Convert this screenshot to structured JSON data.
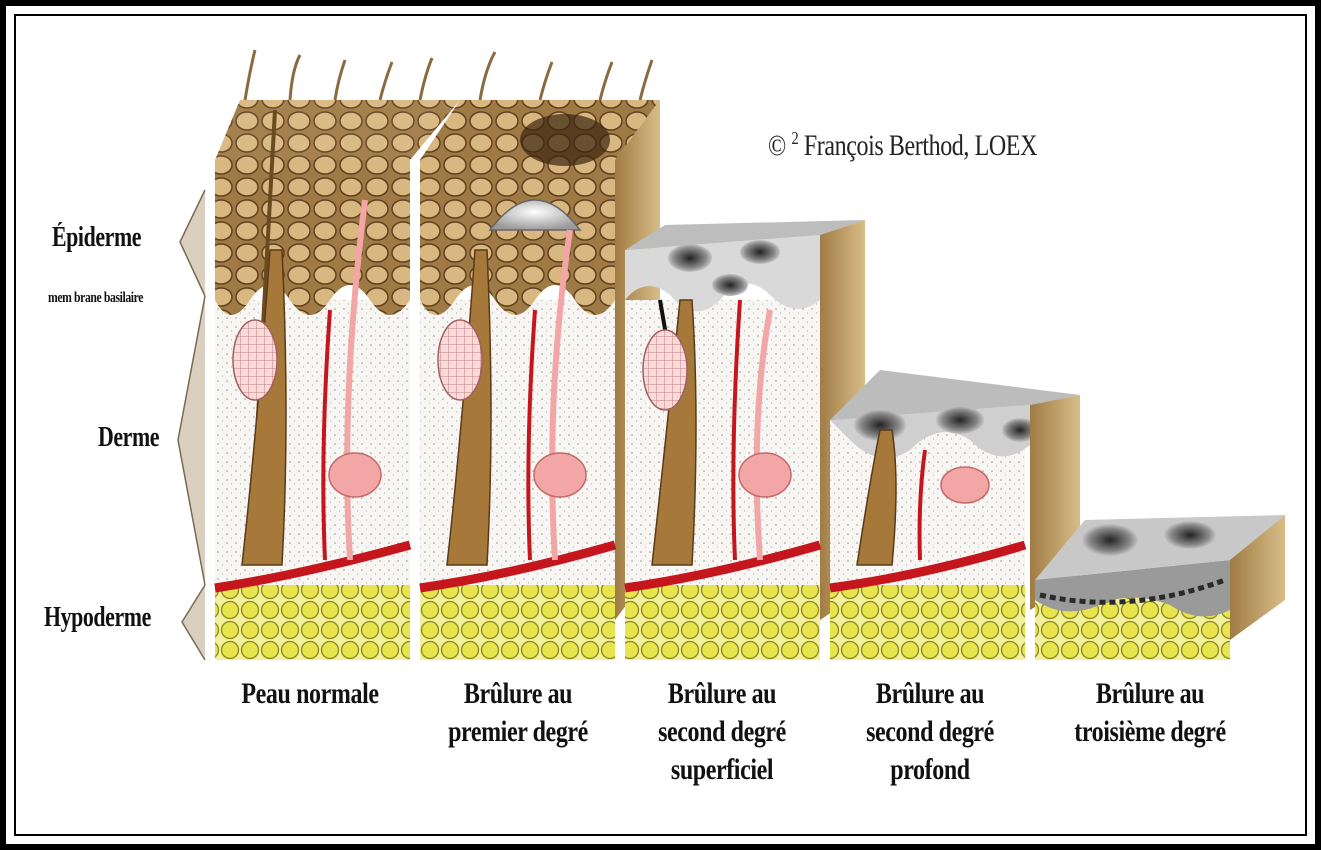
{
  "credit": {
    "prefix": "©",
    "sup": "2",
    "text": "François Berthod, LOEX"
  },
  "layers": {
    "epidermis": "Épiderme",
    "basement": "mem brane basilaire",
    "dermis": "Derme",
    "hypodermis": "Hypoderme"
  },
  "stages": [
    {
      "lines": [
        "Peau normale"
      ]
    },
    {
      "lines": [
        "Brûlure au",
        "premier degré"
      ]
    },
    {
      "lines": [
        "Brûlure au",
        "second degré",
        "superficiel"
      ]
    },
    {
      "lines": [
        "Brûlure au",
        "second degré",
        "profond"
      ]
    },
    {
      "lines": [
        "Brûlure au",
        "troisième degré"
      ]
    }
  ],
  "colors": {
    "epidermis": "#c9a46a",
    "scales": "#8a6232",
    "dermis": "#f4f2ee",
    "hypodermis": "#e6e35a",
    "vessel": "#c4161c",
    "hair": "#6b4a22",
    "char": "#3a3a3a",
    "side_face": "#c2a06a"
  }
}
